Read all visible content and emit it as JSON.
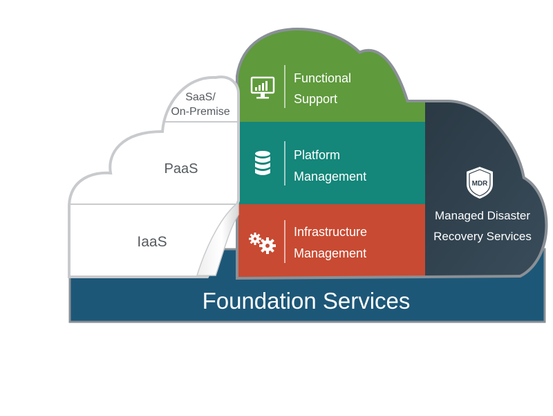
{
  "foundation": {
    "label": "Foundation Services"
  },
  "left_cloud": {
    "saas_line1": "SaaS/",
    "saas_line2": "On-Premise",
    "paas": "PaaS",
    "iaas": "IaaS"
  },
  "layers": {
    "functional": {
      "line1": "Functional",
      "line2": "Support",
      "icon": "monitor-chart-icon"
    },
    "platform": {
      "line1": "Platform",
      "line2": "Management",
      "icon": "database-icon"
    },
    "infrastructure": {
      "line1": "Infrastructure",
      "line2": "Management",
      "icon": "gears-icon"
    }
  },
  "mdr": {
    "badge": "MDR",
    "line1": "Managed Disaster",
    "line2": "Recovery Services",
    "icon": "shield-icon"
  },
  "colors": {
    "functional": "#5f9a3c",
    "platform": "#14867a",
    "infrastructure": "#c84a32",
    "mdr": "#2f3f4c",
    "foundation": "#1d5778",
    "outline": "#8a9096",
    "cloud_outline": "#c8cacd"
  }
}
